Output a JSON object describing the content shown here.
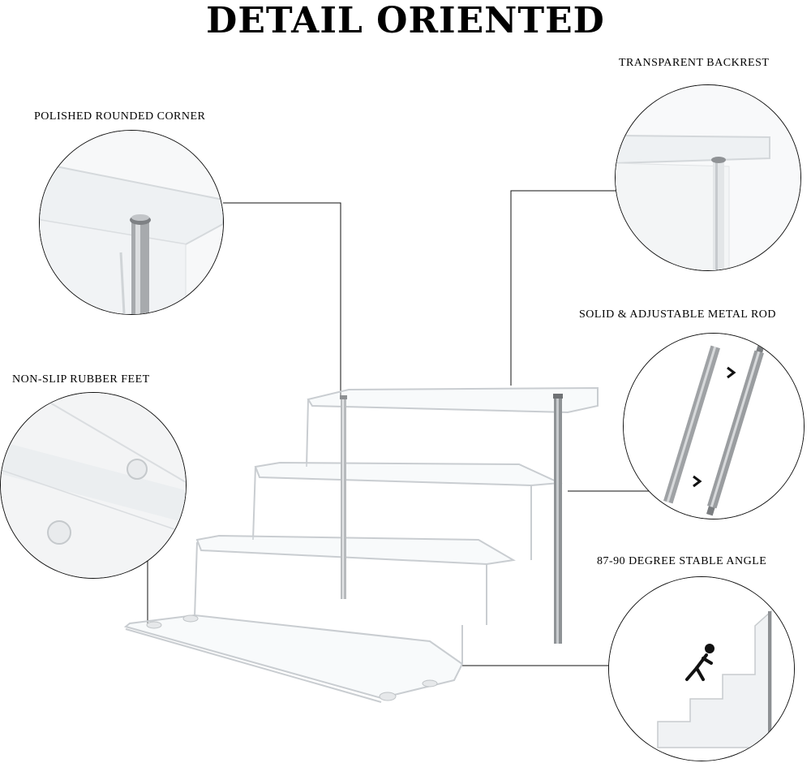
{
  "title": "DETAIL ORIENTED",
  "labels": {
    "polished_corner": "POLISHED ROUNDED CORNER",
    "transparent_backrest": "TRANSPARENT BACKREST",
    "metal_rod": "SOLID & ADJUSTABLE METAL ROD",
    "rubber_feet": "NON-SLIP RUBBER FEET",
    "stable_angle": "87-90 DEGREE STABLE ANGLE"
  },
  "colors": {
    "acrylic_edge": "#cfd3d6",
    "metal": "#9a9da0",
    "leader_line": "#111111"
  }
}
